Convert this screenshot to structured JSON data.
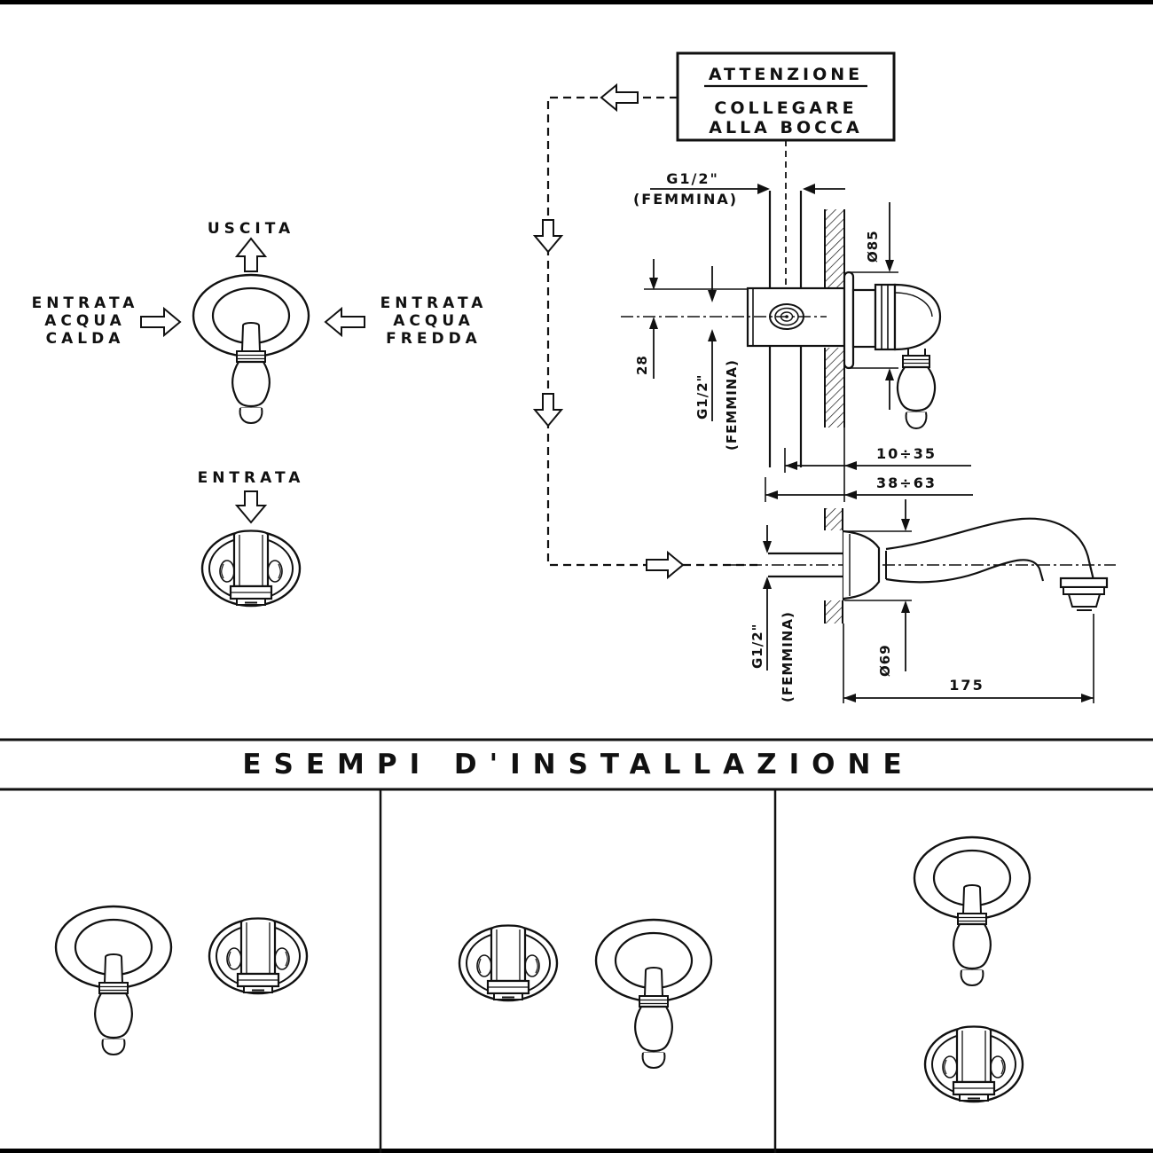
{
  "ink": "#111111",
  "warning_box": {
    "title": "ATTENZIONE",
    "line1": "COLLEGARE",
    "line2": "ALLA BOCCA"
  },
  "schematic": {
    "outlet_label": "USCITA",
    "hot_label": [
      "ENTRATA",
      "ACQUA",
      "CALDA"
    ],
    "cold_label": [
      "ENTRATA",
      "ACQUA",
      "FREDDA"
    ],
    "inlet_label": "ENTRATA"
  },
  "valve_drawing": {
    "thread_label": "G1/2\"",
    "thread_gender": "(FEMMINA)",
    "escutcheon_diameter": "Ø85",
    "centerline_offset": "28",
    "port_thread_label": "G1/2\"",
    "port_thread_gender": "(FEMMINA)",
    "depth_range_min": "10÷35",
    "depth_range_max": "38÷63"
  },
  "spout_drawing": {
    "thread_label": "G1/2\"",
    "thread_gender": "(FEMMINA)",
    "escutcheon_diameter": "Ø69",
    "reach": "175"
  },
  "examples": {
    "title": "ESEMPI D'INSTALLAZIONE"
  }
}
